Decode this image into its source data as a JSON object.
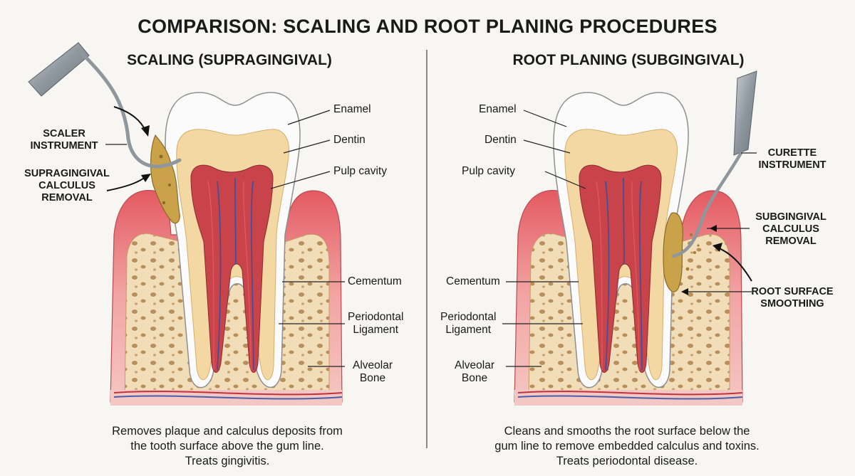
{
  "title": "COMPARISON: SCALING AND ROOT PLANING PROCEDURES",
  "left": {
    "heading": "SCALING (SUPRAGINGIVAL)",
    "labels": {
      "enamel": "Enamel",
      "dentin": "Dentin",
      "pulp": "Pulp cavity",
      "cementum": "Cementum",
      "ligament_1": "Periodontal",
      "ligament_2": "Ligament",
      "bone_1": "Alveolar",
      "bone_2": "Bone",
      "instrument_1": "SCALER",
      "instrument_2": "INSTRUMENT",
      "removal_1": "SUPRAGINGIVAL",
      "removal_2": "CALCULUS",
      "removal_3": "REMOVAL"
    },
    "description": [
      "Removes plaque and calculus deposits from",
      "the tooth surface above the gum line.",
      "Treats gingivitis."
    ]
  },
  "right": {
    "heading": "ROOT PLANING (SUBGINGIVAL)",
    "labels": {
      "enamel": "Enamel",
      "dentin": "Dentin",
      "pulp": "Pulp cavity",
      "cementum": "Cementum",
      "ligament_1": "Periodontal",
      "ligament_2": "Ligament",
      "bone_1": "Alveolar",
      "bone_2": "Bone",
      "instrument_1": "CURETTE",
      "instrument_2": "INSTRUMENT",
      "removal_1": "SUBGINGIVAL",
      "removal_2": "CALCULUS",
      "removal_3": "REMOVAL",
      "smoothing_1": "ROOT SURFACE",
      "smoothing_2": "SMOOTHING"
    },
    "description": [
      "Cleans and smooths the root surface below the",
      "gum line to remove embedded calculus and toxins.",
      "Treats periodontal disease."
    ]
  },
  "colors": {
    "gum": "#e0646a",
    "gum_light": "#f2a9a6",
    "bone": "#f1deb8",
    "enamel": "#fdfdfd",
    "dentin": "#f5d9a4",
    "pulp": "#c9434b",
    "calculus": "#c9a24a",
    "instrument": "#9aa3ab"
  }
}
